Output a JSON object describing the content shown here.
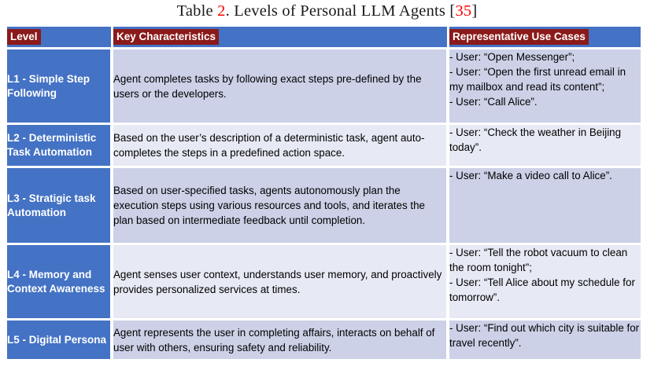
{
  "caption": {
    "prefix": "Table ",
    "number": "2",
    "middle": ". Levels of Personal LLM Agents [",
    "reference": "35",
    "suffix": "]"
  },
  "colors": {
    "header_band": "#4472c4",
    "header_chip": "#8b1a1a",
    "level_cell": "#4472c4",
    "row_dark": "#ccd1e7",
    "row_light": "#e7eaf4",
    "caption_accent": "#ff0000",
    "body_text": "#000000",
    "level_text": "#ffffff"
  },
  "table": {
    "headers": [
      "Level",
      "Key Characteristics",
      "Representative Use Cases"
    ],
    "rows": [
      {
        "level": "L1 - Simple Step Following",
        "characteristics": "Agent completes tasks by following exact steps pre-defined by the users or the developers.",
        "use_cases": "- User: “Open Messenger”;\n- User: “Open the first unread email in my mailbox and read its content”;\n- User: “Call Alice”.",
        "shade": "dark"
      },
      {
        "level": "L2 - Deterministic Task Automation",
        "characteristics": "Based on the user’s description of a deterministic task, agent auto-completes the steps in a predefined action space.",
        "use_cases": "- User: “Check the weather in Beijing today”.",
        "shade": "light"
      },
      {
        "level": "L3 - Stratigic task Automation",
        "characteristics": "Based on user-specified tasks, agents autonomously plan the execution steps using various resources and tools, and iterates the plan based on intermediate feedback until completion.",
        "use_cases": "- User: “Make a video call to Alice”.",
        "shade": "dark"
      },
      {
        "level": "L4 - Memory and Context Awareness",
        "characteristics": "Agent senses user context, understands user memory, and proactively provides personalized services at times.",
        "use_cases": "- User: “Tell the robot vacuum to clean the room tonight”;\n- User: “Tell Alice about my schedule for tomorrow”.",
        "shade": "light"
      },
      {
        "level": "L5 - Digital Persona",
        "characteristics": "Agent represents the user in completing affairs, interacts on behalf of user with others, ensuring safety and reliability.",
        "use_cases": "- User: “Find out which city is suitable for travel recently”.",
        "shade": "dark"
      }
    ]
  }
}
